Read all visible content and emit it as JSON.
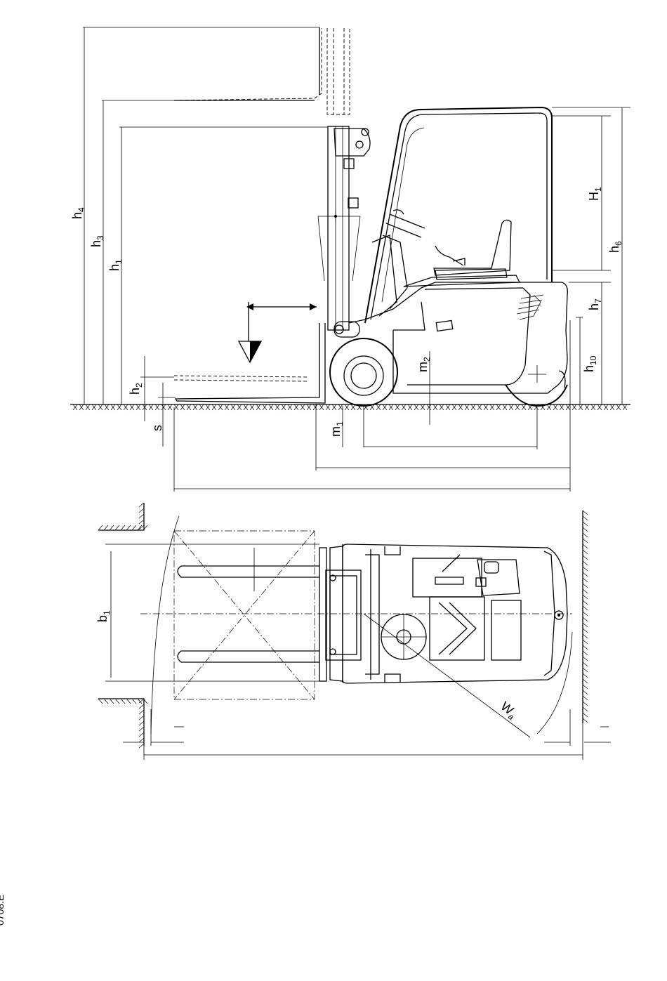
{
  "labels": {
    "h4": {
      "main": "h",
      "sub": "4"
    },
    "h3": {
      "main": "h",
      "sub": "3"
    },
    "h1": {
      "main": "h",
      "sub": "1"
    },
    "h2": {
      "main": "h",
      "sub": "2"
    },
    "s": {
      "main": "s"
    },
    "m1": {
      "main": "m",
      "sub": "1"
    },
    "m2": {
      "main": "m",
      "sub": "2"
    },
    "H1": {
      "main": "H",
      "sub": "1"
    },
    "h6": {
      "main": "h",
      "sub": "6"
    },
    "h7": {
      "main": "h",
      "sub": "7"
    },
    "h10": {
      "main": "h",
      "sub": "10"
    },
    "b1": {
      "main": "b",
      "sub": "1"
    },
    "Wa": {
      "main": "W",
      "sub": "a"
    }
  },
  "document_code": "0708.E"
}
